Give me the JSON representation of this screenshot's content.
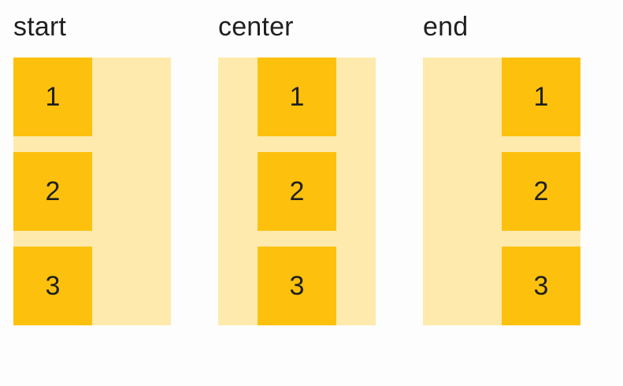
{
  "page": {
    "background": "#fdfdfe"
  },
  "colors": {
    "item": "#fdc10d",
    "container": "#ffeaad",
    "text": "#1f1f1f"
  },
  "examples": [
    {
      "label": "start",
      "alignment": "start",
      "items": [
        "1",
        "2",
        "3"
      ]
    },
    {
      "label": "center",
      "alignment": "center",
      "items": [
        "1",
        "2",
        "3"
      ]
    },
    {
      "label": "end",
      "alignment": "end",
      "items": [
        "1",
        "2",
        "3"
      ]
    }
  ]
}
